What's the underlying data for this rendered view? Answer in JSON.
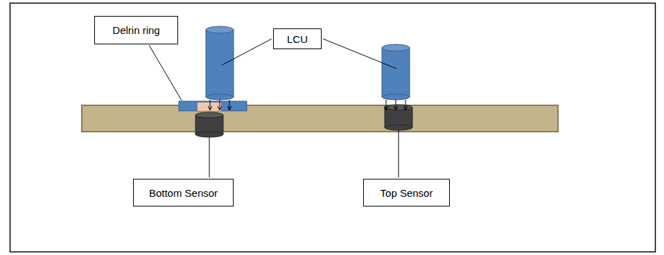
{
  "diagram": {
    "nodes": [
      {
        "text": [
          "Delrin ring"
        ]
      },
      {
        "text": [
          "LCU"
        ]
      },
      {
        "text": [
          "Bottom Sensor"
        ]
      },
      {
        "text": [
          "Top Sensor"
        ]
      }
    ]
  }
}
